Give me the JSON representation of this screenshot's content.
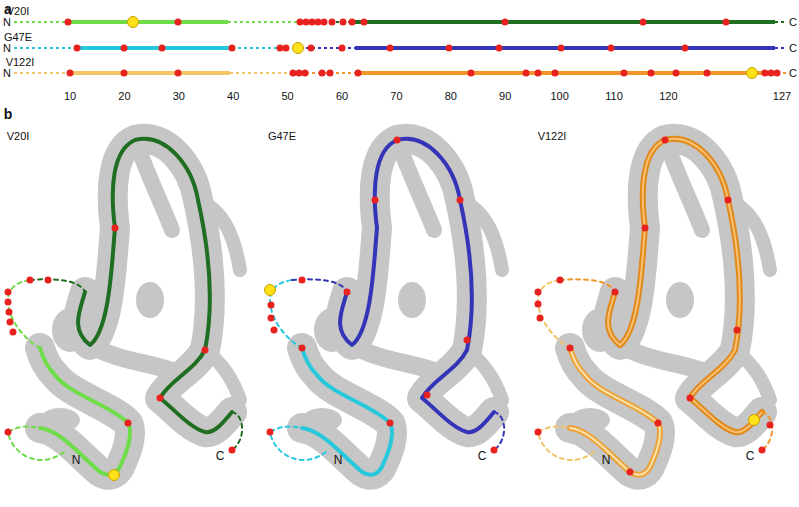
{
  "diagram": {
    "labels": [
      "a",
      "V20I",
      "N",
      "C",
      "G47E",
      "N",
      "C",
      "V122I",
      "N",
      "C",
      "10",
      "20",
      "30",
      "40",
      "50",
      "60",
      "70",
      "80",
      "90",
      "100",
      "110",
      "120",
      "127",
      "b",
      "V20I",
      "N",
      "C",
      "G47E",
      "N",
      "C",
      "V122I",
      "N",
      "C"
    ]
  }
}
